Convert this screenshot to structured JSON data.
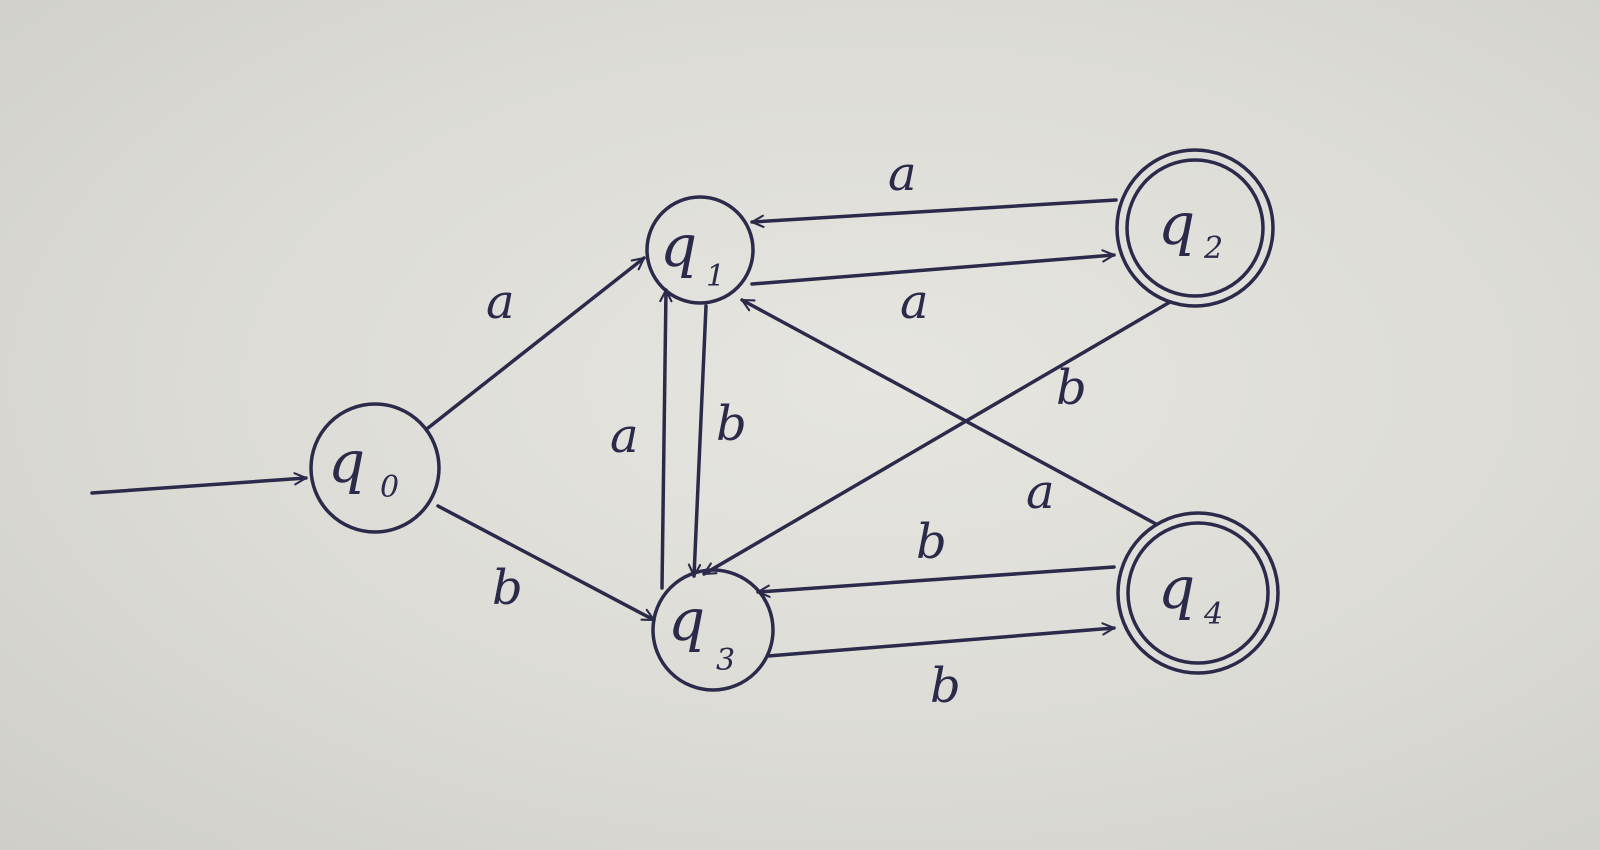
{
  "states": [
    {
      "id": "q0",
      "letter": "q",
      "sub": "0",
      "start": true,
      "accepting": false
    },
    {
      "id": "q1",
      "letter": "q",
      "sub": "1",
      "start": false,
      "accepting": false
    },
    {
      "id": "q2",
      "letter": "q",
      "sub": "2",
      "start": false,
      "accepting": true
    },
    {
      "id": "q3",
      "letter": "q",
      "sub": "3",
      "start": false,
      "accepting": false
    },
    {
      "id": "q4",
      "letter": "q",
      "sub": "4",
      "start": false,
      "accepting": true
    }
  ],
  "transitions": [
    {
      "from": "q0",
      "to": "q1",
      "symbol": "a"
    },
    {
      "from": "q0",
      "to": "q3",
      "symbol": "b"
    },
    {
      "from": "q1",
      "to": "q2",
      "symbol": "a"
    },
    {
      "from": "q2",
      "to": "q1",
      "symbol": "a"
    },
    {
      "from": "q1",
      "to": "q3",
      "symbol": "b"
    },
    {
      "from": "q3",
      "to": "q1",
      "symbol": "a"
    },
    {
      "from": "q2",
      "to": "q3",
      "symbol": "b"
    },
    {
      "from": "q4",
      "to": "q1",
      "symbol": "a"
    },
    {
      "from": "q3",
      "to": "q4",
      "symbol": "b"
    },
    {
      "from": "q4",
      "to": "q3",
      "symbol": "b"
    }
  ],
  "ink_color": "#2b2a4a"
}
